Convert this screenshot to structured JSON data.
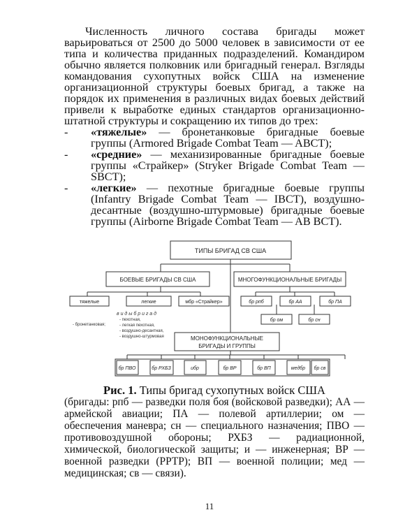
{
  "text": {
    "intro": "Численность личного состава бригады может варьироваться от 2500 до 5000 человек в зависимости от ее типа и количества приданных подразделений. Командиром обычно является полковник или бригадный генерал. Взгляды командования сухопутных войск США на изменение организационной структуры боевых бригад, а также на порядок их применения в различных видах боевых действий привели к выработке единых стандартов организационно-штатной структуры и сокращению их типов до трех:",
    "items": [
      {
        "dash": "-",
        "term": "«тяжелые»",
        "rest": " — бронетанковые бригадные боевые группы (Armored Brigade Combat Team — ABCT);"
      },
      {
        "dash": "-",
        "term": "«средние»",
        "rest": " — механизированные бригадные боевые группы «Страйкер» (Stryker Brigade Combat Team — SBCT);"
      },
      {
        "dash": "-",
        "term": "«легкие»",
        "rest": " — пехотные бригадные боевые группы (Infantry Brigade Combat Team — IBCT), воздушно-десантные (воздушно-штурмовые) бригадные боевые группы (Airborne Brigade Combat Team — AB BCT)."
      }
    ]
  },
  "diagram": {
    "root": "ТИПЫ БРИГАД СВ США",
    "combat": "БОЕВЫЕ БРИГАДЫ СВ США",
    "multi": "МНОГОФУНКЦИОНАЛЬНЫЕ БРИГАДЫ",
    "heavy": "тяжелые",
    "light": "легкие",
    "stryker": "мбр «Страйкер»",
    "kinds_label": "в и д ы   б р и г а д",
    "heavy_kinds": [
      "- бронетанковая;"
    ],
    "light_kinds": [
      "- пехотная,",
      "- легкая пехотная,",
      "- воздушно-десантная,",
      "- воздушно-штурмовая"
    ],
    "multi_top": [
      "бр рпб",
      "бр АА",
      "бр ПА"
    ],
    "multi_bottom": [
      "бр ом",
      "бр сн"
    ],
    "mono_line1": "МОНОФУНКЦИОНАЛЬНЫЕ",
    "mono_line2": "БРИГАДЫ И ГРУППЫ",
    "mono": [
      "бр ПВО",
      "бр РХБЗ",
      "ибр",
      "бр ВР",
      "бр ВП",
      "медбр",
      "бр св"
    ]
  },
  "caption": {
    "label": "Рис. 1.",
    "title": " Типы бригад сухопутных войск США",
    "body": "(бригады: рпб — разведки поля боя (войсковой разведки); АА — армейской авиации; ПА — полевой артиллерии; ом — обеспечения маневра; сн — специального назначения; ПВО — противовоздушной обороны; РХБЗ — радиационной, химической, биологической защиты; и — инженерная; ВР — военной разведки (РРТР); ВП — военной полиции; мед — медицинская; св — связи)."
  },
  "page_number": "11"
}
